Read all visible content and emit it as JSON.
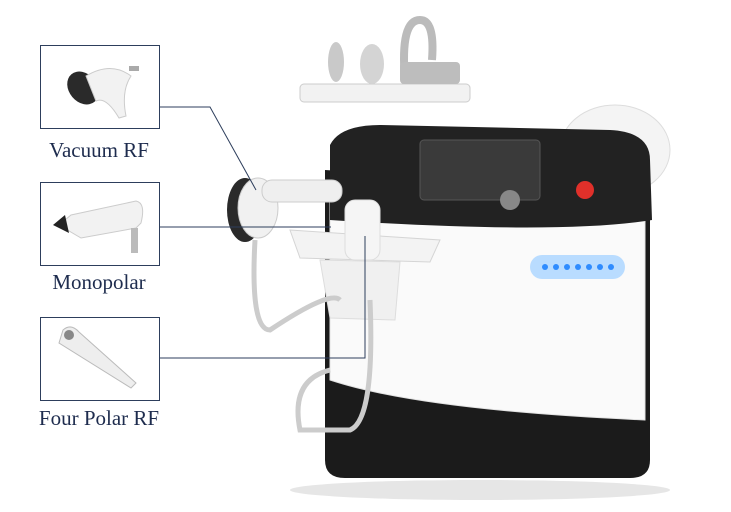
{
  "callouts": [
    {
      "label": "Vacuum RF",
      "icon": "vacuum-rf-handpiece"
    },
    {
      "label": "Monopolar",
      "icon": "monopolar-handpiece"
    },
    {
      "label": "Four Polar RF",
      "icon": "four-polar-rf-handpiece"
    }
  ],
  "colors": {
    "text": "#1e2c4e",
    "line": "#2d3e5c",
    "led": "#2f8cff",
    "button": "#e0302a"
  }
}
